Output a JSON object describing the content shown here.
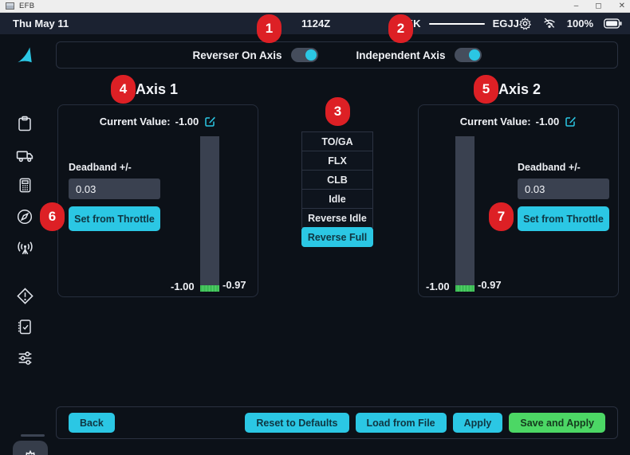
{
  "window": {
    "title": "EFB"
  },
  "statusbar": {
    "date": "Thu May 11",
    "time": "1124Z",
    "route_from": "EGKK",
    "route_to": "EGJJ",
    "battery_percent": "100%",
    "icons": [
      "gear-icon",
      "wifi-off-icon",
      "battery-icon"
    ]
  },
  "toggle_bar": {
    "reverser_label": "Reverser On Axis",
    "reverser_on": true,
    "independent_label": "Independent Axis",
    "independent_on": true
  },
  "sidebar": {
    "icons": [
      "airline-logo",
      "clipboard-icon",
      "truck-icon",
      "calculator-icon",
      "compass-icon",
      "broadcast-icon",
      "warning-icon",
      "checklist-icon",
      "sliders-icon",
      "gear-icon"
    ]
  },
  "axis1": {
    "heading": "Axis 1",
    "current_value_label": "Current Value:",
    "current_value": "-1.00",
    "deadband_label": "Deadband +/-",
    "deadband_value": "0.03",
    "set_from_throttle": "Set from Throttle",
    "bar_low": "-1.00",
    "bar_high": "-0.97"
  },
  "axis2": {
    "heading": "Axis 2",
    "current_value_label": "Current Value:",
    "current_value": "-1.00",
    "deadband_label": "Deadband +/-",
    "deadband_value": "0.03",
    "set_from_throttle": "Set from Throttle",
    "bar_low": "-1.00",
    "bar_high": "-0.97"
  },
  "detents": {
    "items": [
      {
        "label": "TO/GA"
      },
      {
        "label": "FLX"
      },
      {
        "label": "CLB"
      },
      {
        "label": "Idle"
      },
      {
        "label": "Reverse Idle"
      },
      {
        "label": "Reverse Full"
      }
    ],
    "active": "Reverse Full"
  },
  "footer": {
    "back": "Back",
    "reset": "Reset to Defaults",
    "load": "Load from File",
    "apply": "Apply",
    "save": "Save and Apply"
  },
  "annotations": {
    "badges": [
      {
        "n": "1"
      },
      {
        "n": "2"
      },
      {
        "n": "3"
      },
      {
        "n": "4"
      },
      {
        "n": "5"
      },
      {
        "n": "6"
      },
      {
        "n": "7"
      }
    ]
  },
  "colors": {
    "accent_cyan": "#2bc7e4",
    "save_green": "#4cd765",
    "badge_red": "#dd2025",
    "deadband_green": "#3dbd55",
    "statusbar_bg": "#1b2231",
    "page_bg": "#0c1118"
  }
}
